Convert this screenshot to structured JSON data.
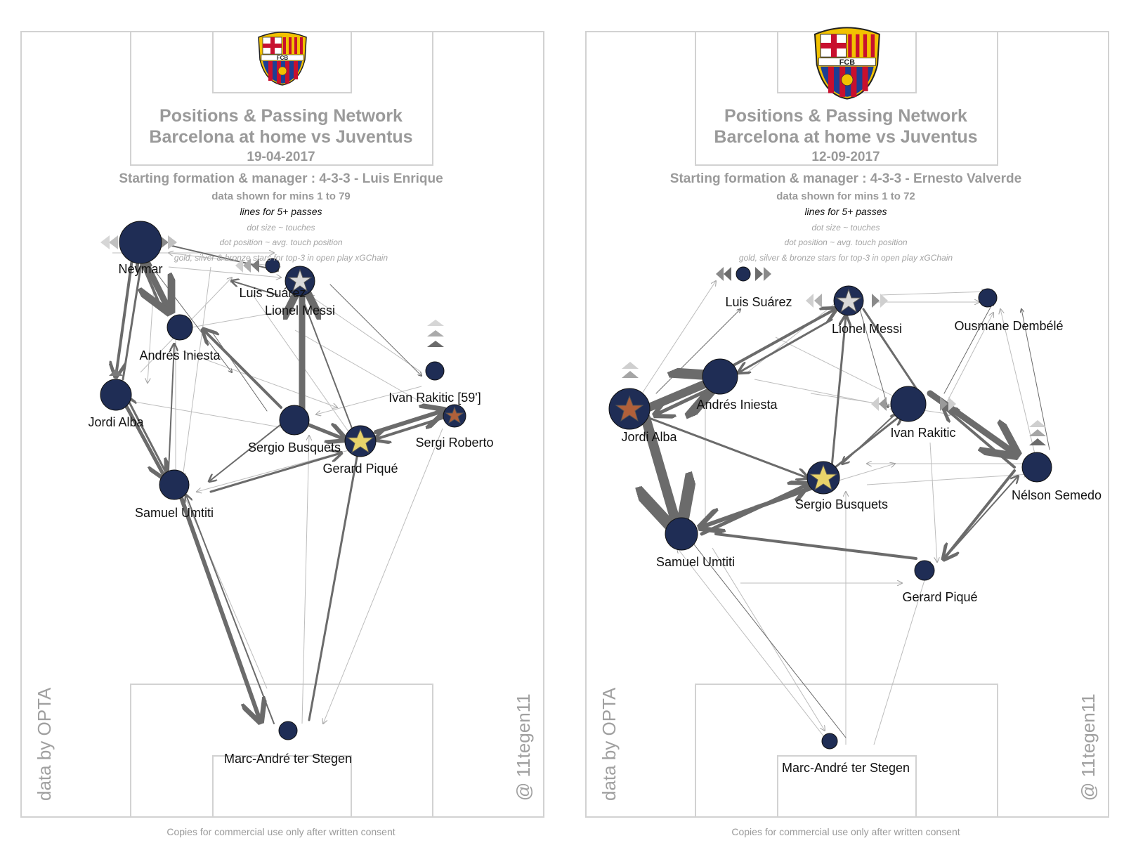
{
  "panels": [
    {
      "title_line1": "Positions & Passing Network",
      "title_line2": "Barcelona at home vs Juventus",
      "date": "19-04-2017",
      "formation": "Starting formation & manager : 4-3-3 - Luis Enrique",
      "mins": "data shown for mins 1 to 79",
      "lines_note": "lines for 5+ passes",
      "note_size": "dot size ~ touches",
      "note_position": "dot position ~ avg. touch position",
      "note_stars": "gold, silver & bronze stars for top-3 in open play xGChain",
      "credit_left": "data by OPTA",
      "credit_right": "@ 11tegen11",
      "footer": "Copies for commercial use only after written consent",
      "players": [
        {
          "name": "Neymar"
        },
        {
          "name": "Luis Suárez"
        },
        {
          "name": "Lionel Messi"
        },
        {
          "name": "Andrés Iniesta"
        },
        {
          "name": "Ivan Rakitic [59']"
        },
        {
          "name": "Jordi Alba"
        },
        {
          "name": "Sergio Busquets"
        },
        {
          "name": "Sergi Roberto"
        },
        {
          "name": "Gerard Piqué"
        },
        {
          "name": "Samuel Umtiti"
        },
        {
          "name": "Marc-André ter Stegen"
        }
      ]
    },
    {
      "title_line1": "Positions & Passing Network",
      "title_line2": "Barcelona at home vs Juventus",
      "date": "12-09-2017",
      "formation": "Starting formation & manager : 4-3-3 - Ernesto Valverde",
      "mins": "data shown for mins 1 to 72",
      "lines_note": "lines for 5+ passes",
      "note_size": "dot size ~ touches",
      "note_position": "dot position ~ avg. touch position",
      "note_stars": "gold, silver & bronze stars for top-3 in open play xGChain",
      "credit_left": "data by OPTA",
      "credit_right": "@ 11tegen11",
      "footer": "Copies for commercial use only after written consent",
      "players": [
        {
          "name": "Luis Suárez"
        },
        {
          "name": "Lionel Messi"
        },
        {
          "name": "Ousmane Dembélé"
        },
        {
          "name": "Jordi Alba"
        },
        {
          "name": "Andrés Iniesta"
        },
        {
          "name": "Ivan Rakitic"
        },
        {
          "name": "Nélson Semedo"
        },
        {
          "name": "Sergio Busquets"
        },
        {
          "name": "Samuel Umtiti"
        },
        {
          "name": "Gerard Piqué"
        },
        {
          "name": "Marc-André ter Stegen"
        }
      ]
    }
  ],
  "colors": {
    "dot": "#1f2d55",
    "line_dark": "#6b6b6b",
    "line_light": "#b9b9b9",
    "pitch": "#d2d2d2",
    "gold": "#e8d36a",
    "silver": "#d9d9d9",
    "bronze": "#b0603a",
    "crest_red": "#c8102e",
    "crest_blue": "#1c3f94",
    "crest_yellow": "#f2c200"
  }
}
